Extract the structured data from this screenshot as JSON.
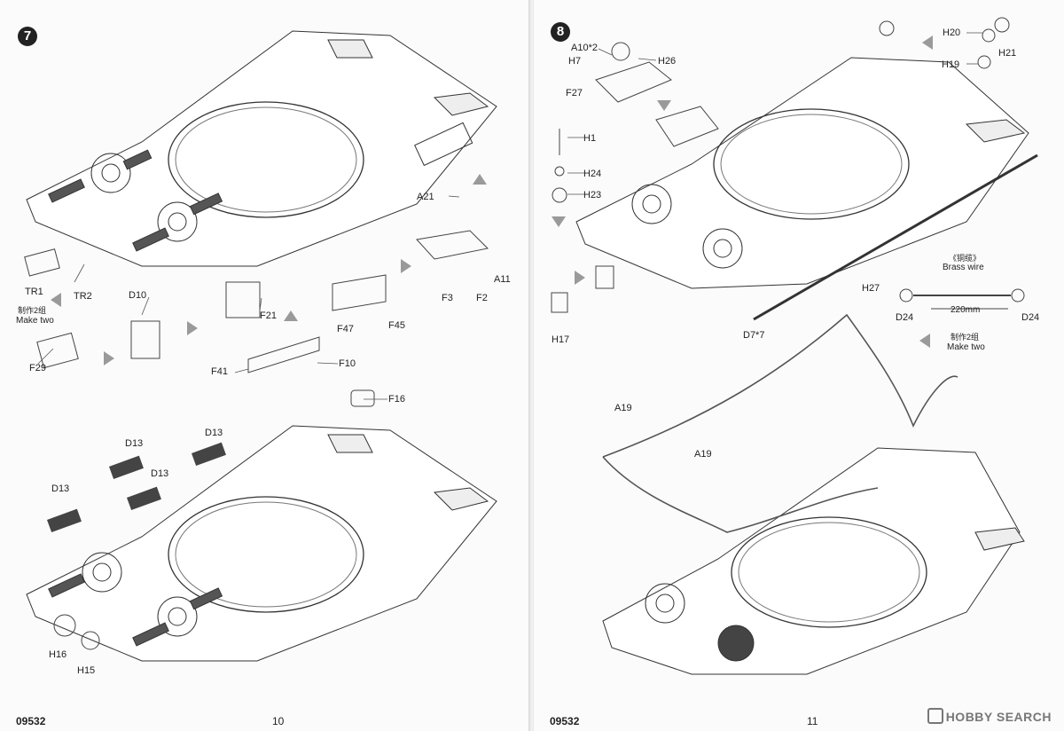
{
  "left_page": {
    "step_number": "7",
    "footer_code": "09532",
    "page_number": "10",
    "labels": {
      "A21": "A21",
      "TR1": "TR1",
      "TR2": "TR2",
      "make_two_cn": "制作2组",
      "make_two": "Make two",
      "D10": "D10",
      "F21": "F21",
      "F29": "F29",
      "F47": "F47",
      "F45": "F45",
      "F3": "F3",
      "F2": "F2",
      "A11": "A11",
      "F41": "F41",
      "F10": "F10",
      "F16": "F16",
      "D13_a": "D13",
      "D13_b": "D13",
      "D13_c": "D13",
      "D13_d": "D13",
      "H16": "H16",
      "H15": "H15"
    }
  },
  "right_page": {
    "step_number": "8",
    "footer_code": "09532",
    "page_number": "11",
    "labels": {
      "A10x2": "A10*2",
      "H7": "H7",
      "H26": "H26",
      "F27": "F27",
      "H20": "H20",
      "H21": "H21",
      "H19": "H19",
      "H1": "H1",
      "H24": "H24",
      "H23": "H23",
      "H17": "H17",
      "H27": "H27",
      "D7x7": "D7*7",
      "brass_wire_cn": "《铜缆》",
      "brass_wire": "Brass wire",
      "D24_a": "D24",
      "D24_b": "D24",
      "length": "220mm",
      "make_two_cn": "制作2组",
      "make_two": "Make two",
      "A19_a": "A19",
      "A19_b": "A19"
    }
  },
  "watermark": "HOBBY SEARCH",
  "icons": [
    "step-circle-icon",
    "arrow-right-icon",
    "arrow-up-icon",
    "arrow-down-icon",
    "arrow-left-icon",
    "hobby-search-logo-icon"
  ]
}
